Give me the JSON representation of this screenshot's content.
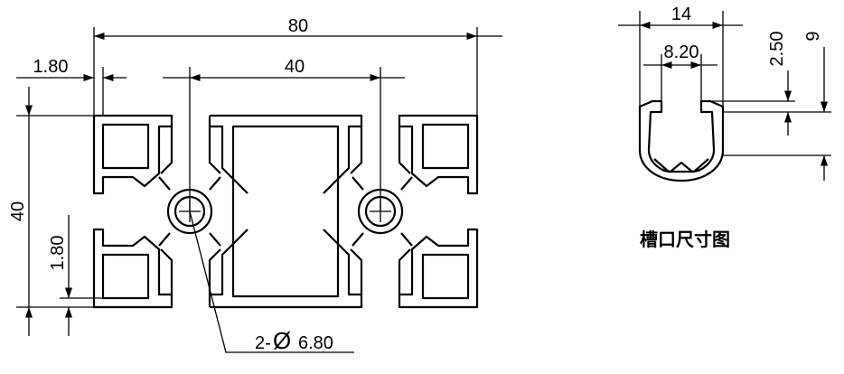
{
  "profile": {
    "width": "80",
    "hole_spacing": "40",
    "height": "40",
    "wall_top": "1.80",
    "wall_side": "1.80",
    "hole_label": "2-",
    "hole_symbol": "Ø",
    "hole_diameter": "6.80"
  },
  "slot": {
    "opening": "14",
    "inner": "8.20",
    "lip": "2.50",
    "depth": "9",
    "caption": "槽口尺寸图"
  },
  "colors": {
    "line": "#000000",
    "background": "#ffffff"
  }
}
